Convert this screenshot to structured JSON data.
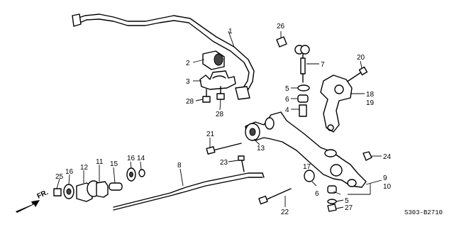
{
  "diagram": {
    "callouts": {
      "c1": "1",
      "c2": "2",
      "c3": "3",
      "c4": "4",
      "c5a": "5",
      "c5b": "5",
      "c6a": "6",
      "c6b": "6",
      "c7": "7",
      "c8": "8",
      "c9": "9",
      "c10": "10",
      "c11": "11",
      "c12": "12",
      "c13": "13",
      "c14": "14",
      "c15": "15",
      "c16a": "16",
      "c16b": "16",
      "c17": "17",
      "c18": "18",
      "c19": "19",
      "c20": "20",
      "c21": "21",
      "c22": "22",
      "c23": "23",
      "c24": "24",
      "c25": "25",
      "c26": "26",
      "c27": "27",
      "c28a": "28",
      "c28b": "28"
    },
    "direction_label": "FR.",
    "diagram_code": "S303-B2710"
  }
}
